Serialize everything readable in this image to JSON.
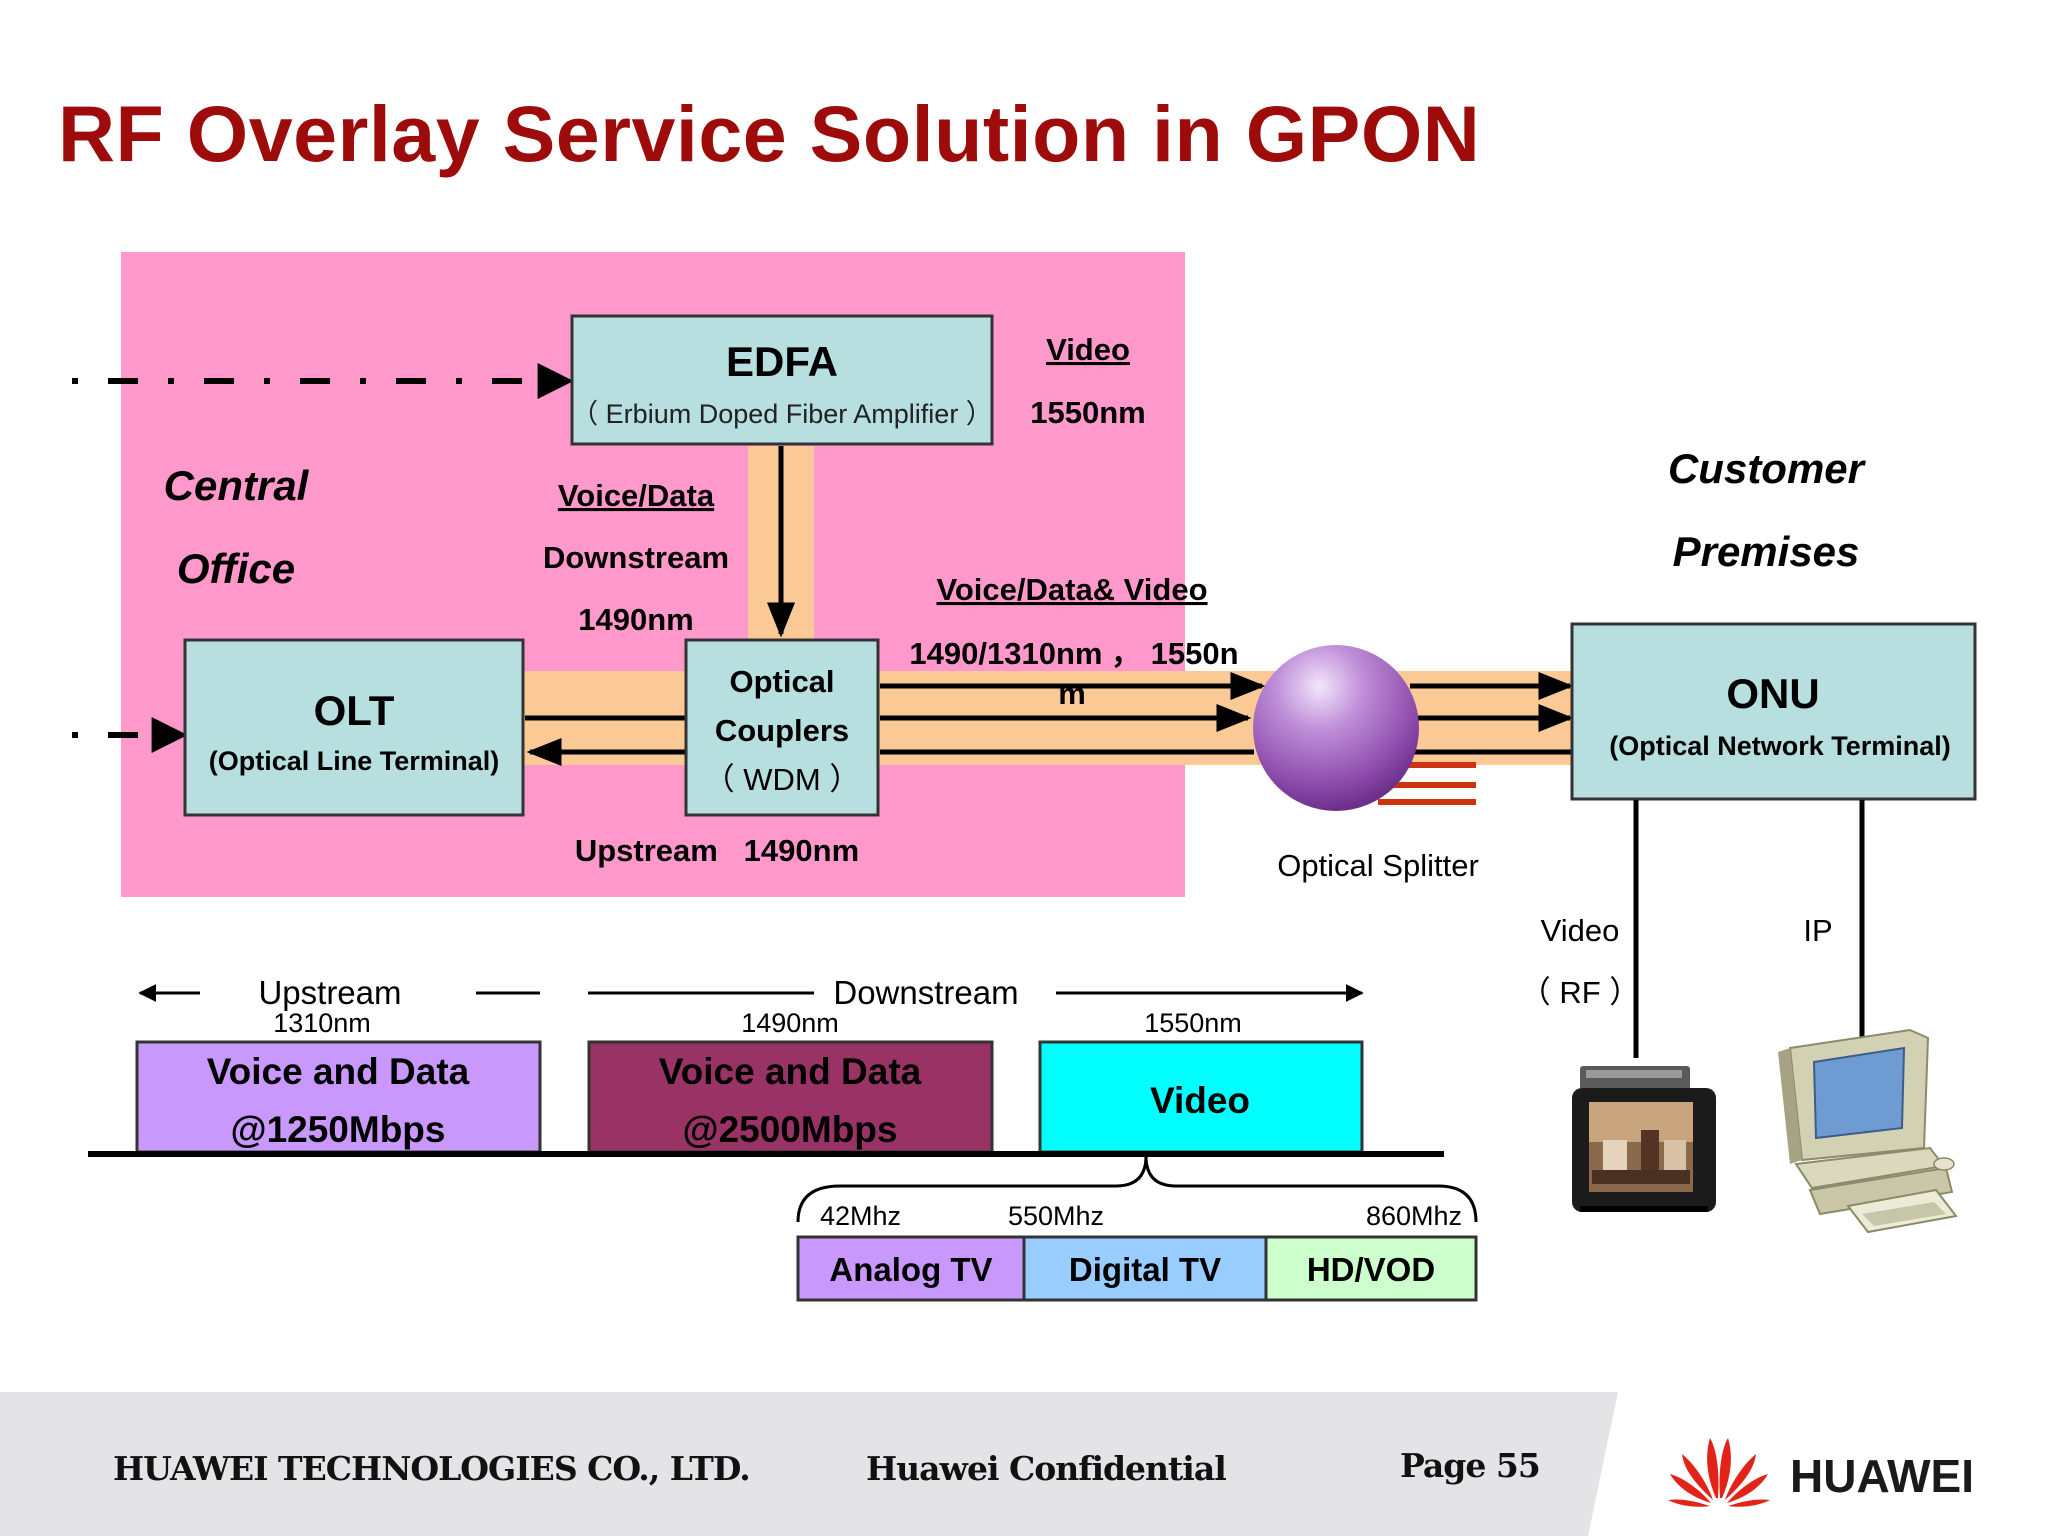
{
  "title": "RF Overlay Service Solution in GPON",
  "central_office": {
    "line1": "Central",
    "line2": "Office"
  },
  "customer_premises": {
    "line1": "Customer",
    "line2": "Premises"
  },
  "edfa": {
    "name": "EDFA",
    "desc": "（ Erbium Doped Fiber Amplifier ）"
  },
  "video_input": {
    "label": "Video",
    "wavelength": "1550nm"
  },
  "voice_data_downstream": {
    "label": "Voice/Data",
    "line2": "Downstream",
    "wavelength": "1490nm"
  },
  "olt": {
    "name": "OLT",
    "desc": "(Optical Line Terminal)"
  },
  "coupler": {
    "line1": "Optical",
    "line2": "Couplers",
    "line3": "（ WDM ）"
  },
  "upstream_label": "Upstream   1490nm",
  "combined": {
    "label": "Voice/Data& Video",
    "wavelengths": "1490/1310nm ， 1550n",
    "wrap": "m"
  },
  "splitter": {
    "label": "Optical Splitter"
  },
  "onu": {
    "name": "ONU",
    "desc": "(Optical Network Terminal)"
  },
  "onu_ports": {
    "video_label": "Video",
    "video_rf": "（ RF ）",
    "ip_label": "IP"
  },
  "spectrum": {
    "upstream": "Upstream",
    "downstream": "Downstream",
    "bands": [
      {
        "wavelength": "1310nm",
        "line1": "Voice and Data",
        "line2": "@1250Mbps",
        "color": "#c898fc"
      },
      {
        "wavelength": "1490nm",
        "line1": "Voice and Data",
        "line2": "@2500Mbps",
        "color": "#993366"
      },
      {
        "wavelength": "1550nm",
        "line1": "Video",
        "line2": "",
        "color": "#00ffff"
      }
    ],
    "rf": {
      "freqs": [
        "42Mhz",
        "550Mhz",
        "860Mhz"
      ],
      "segments": [
        {
          "label": "Analog TV",
          "color": "#c898fc"
        },
        {
          "label": "Digital TV",
          "color": "#99ccff"
        },
        {
          "label": "HD/VOD",
          "color": "#ccffcc"
        }
      ]
    }
  },
  "footer": {
    "company": "HUAWEI TECHNOLOGIES CO., LTD.",
    "confidential": "Huawei Confidential",
    "page": "Page 55",
    "brand": "HUAWEI"
  },
  "colors": {
    "title": "#9e0b0b",
    "central_office_bg": "#ff99cc",
    "box_fill": "#b7dfe0",
    "fiber": "#fbc995",
    "splitter": "#9a5fb8",
    "footer_bg": "#e4e4e6",
    "logo_red": "#e2231a"
  },
  "icons": [
    "television-icon",
    "computer-icon",
    "optical-splitter-sphere",
    "huawei-logo"
  ]
}
